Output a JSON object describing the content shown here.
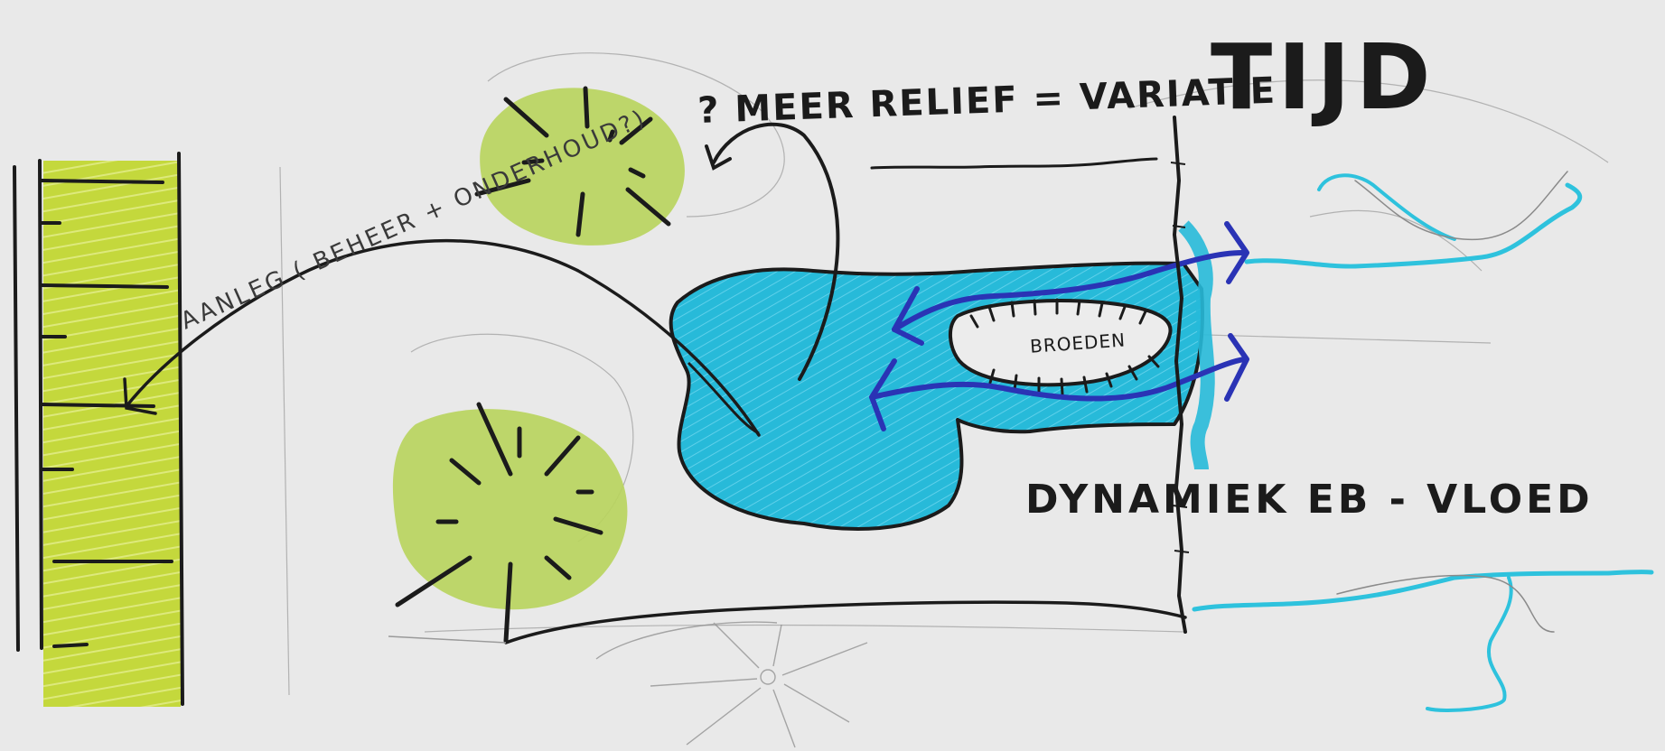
{
  "labels": {
    "relief_note": "? MEER RELIEF = VARIATIE",
    "time_heading": "TIJD",
    "maintenance_note": "AANLEG ( BEHEER + ONDERHOUD?)",
    "marsh_label": "BROEDEN",
    "tide_label": "DYNAMIEK EB - VLOED"
  },
  "colors": {
    "paper": "#e9e9e9",
    "ink": "#1b1b1b",
    "pencil": "#8a8a8a",
    "water": "#25b9d9",
    "flow_arrows": "#2a33b5",
    "vegetation": "#c2d63a",
    "tree_canopy": "#b4d25a"
  },
  "icons": {
    "trees": [
      "tree-canopy-icon",
      "tree-canopy-icon",
      "faint-tree-icon"
    ],
    "arrows": [
      "curved-arrow-icon",
      "flow-arrow-icon"
    ]
  }
}
